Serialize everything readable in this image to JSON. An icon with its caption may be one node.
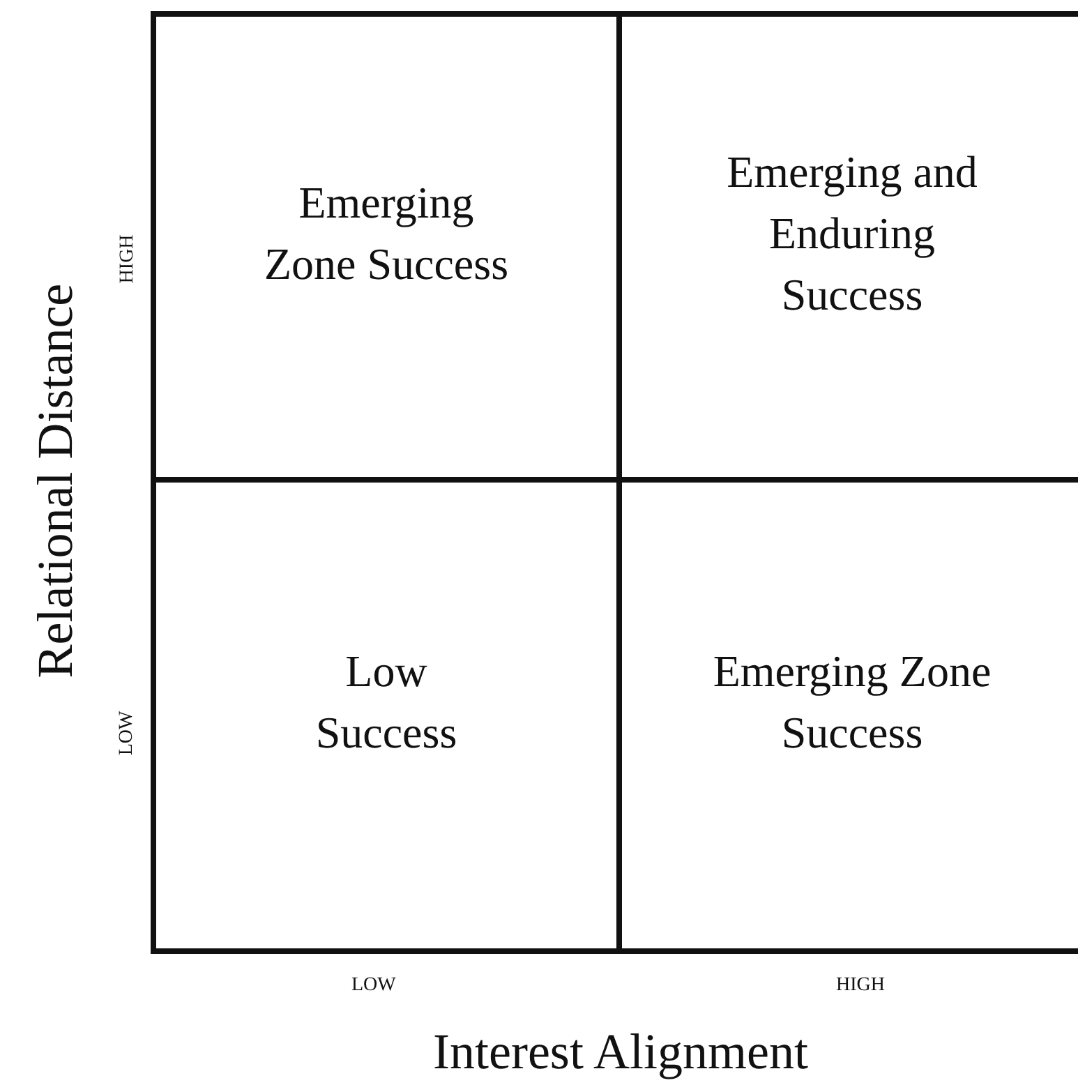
{
  "diagram": {
    "nodes": [
      {
        "text": [
          "Emerging Zone Success"
        ]
      },
      {
        "text": [
          "Emerging and Enduring Success"
        ]
      },
      {
        "text": [
          "Low Success"
        ]
      },
      {
        "text": [
          "Emerging Zone Success"
        ]
      }
    ],
    "labels": [
      "Relational Distance",
      "HIGH",
      "LOW",
      "LOW",
      "HIGH",
      "Interest Alignment"
    ]
  }
}
